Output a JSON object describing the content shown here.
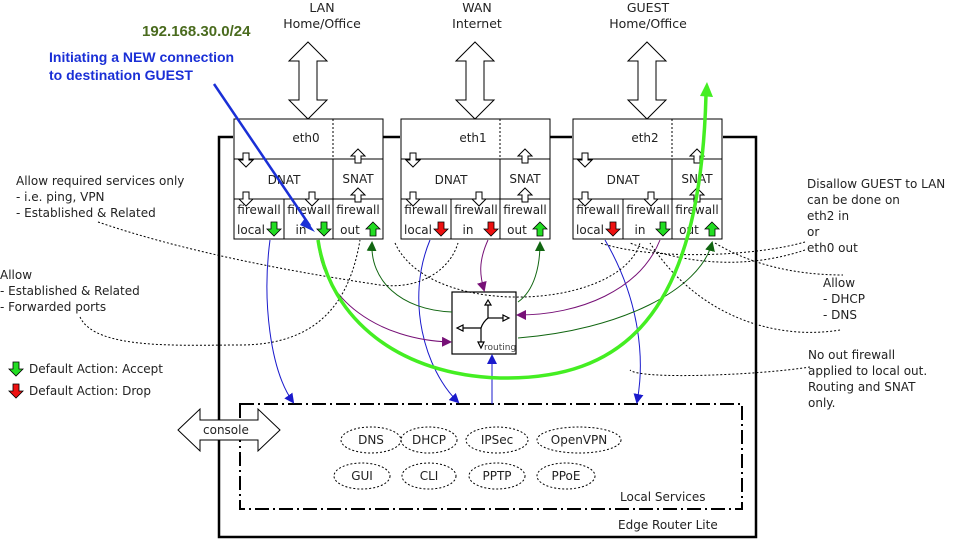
{
  "network": {
    "subnet": "192.168.30.0/24",
    "annotation": [
      "Initiating a NEW connection",
      "to destination GUEST"
    ]
  },
  "zones": [
    {
      "name": "LAN",
      "sub": "Home/Office",
      "iface": "eth0",
      "local": "accept",
      "in": "accept",
      "out": "accept"
    },
    {
      "name": "WAN",
      "sub": "Internet",
      "iface": "eth1",
      "local": "drop",
      "in": "drop",
      "out": "accept"
    },
    {
      "name": "GUEST",
      "sub": "Home/Office",
      "iface": "eth2",
      "local": "drop",
      "in": "accept",
      "out": "accept"
    }
  ],
  "box_labels": {
    "dnat": "DNAT",
    "snat": "SNAT",
    "firewall": "firewall",
    "local": "local",
    "in": "in",
    "out": "out",
    "routing": "routing",
    "console": "console",
    "local_services": "Local Services",
    "device": "Edge Router Lite"
  },
  "services": [
    "DNS",
    "DHCP",
    "IPSec",
    "OpenVPN",
    "GUI",
    "CLI",
    "PPTP",
    "PPoE"
  ],
  "notes": {
    "left_top": [
      "Allow required services only",
      "- i.e. ping, VPN",
      "- Established & Related"
    ],
    "left_mid": [
      "Allow",
      "- Established & Related",
      "- Forwarded ports"
    ],
    "right_top": [
      "Disallow GUEST to LAN",
      "can be done on",
      "eth2 in",
      "or",
      "eth0 out"
    ],
    "right_mid": [
      "Allow",
      "- DHCP",
      "- DNS"
    ],
    "right_bottom": [
      "No out firewall",
      "applied to local out.",
      "Routing and SNAT",
      "only."
    ]
  },
  "legend": [
    {
      "action": "accept",
      "label": "Default Action: Accept"
    },
    {
      "action": "drop",
      "label": "Default Action: Drop"
    }
  ],
  "colors": {
    "accept": "#22dd22",
    "drop": "#ee1111",
    "highlight": "#44ee22",
    "annotation": "#1a2fd6",
    "subnet": "#4a6b1e",
    "flow_blue": "#1a1acc",
    "flow_purple": "#771177",
    "flow_green": "#116611"
  }
}
